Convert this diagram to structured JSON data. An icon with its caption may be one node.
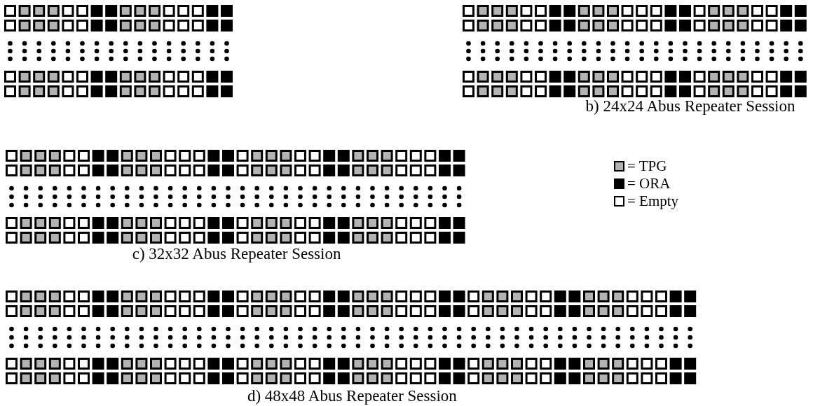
{
  "diagram": {
    "labels": [
      "b) 24x24 Abus Repeater Session",
      "c) 32x32 Abus Repeater Session",
      "d) 48x48 Abus Repeater Session"
    ],
    "legend": [
      {
        "text": "= TPG",
        "color": "#b3b3b3"
      },
      {
        "text": "= ORA",
        "color": "#000000"
      },
      {
        "text": "= Empty",
        "color": "#ffffff"
      }
    ]
  }
}
